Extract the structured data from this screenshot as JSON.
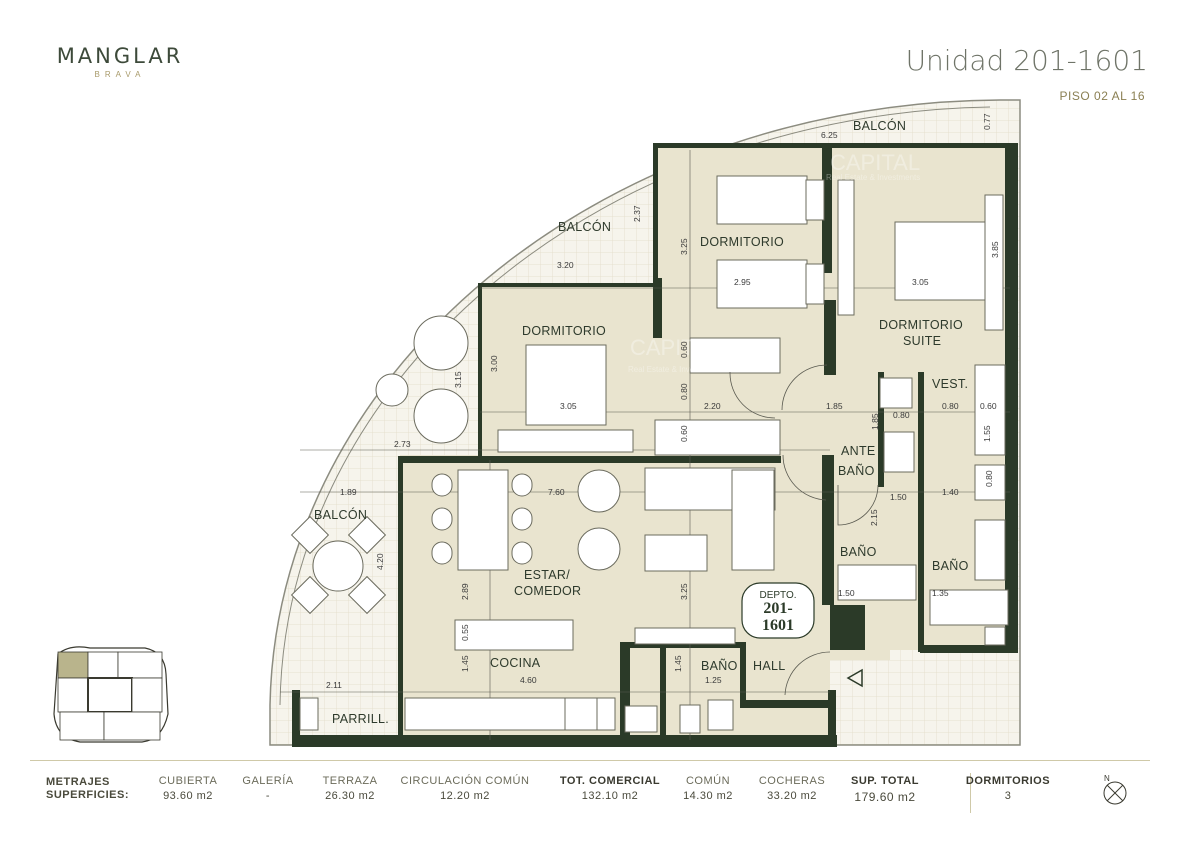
{
  "brand": {
    "name": "MANGLAR",
    "sub": "BRAVA"
  },
  "unit": {
    "title": "Unidad 201-1601",
    "floors": "PISO 02 AL 16"
  },
  "rooms": {
    "balcon_top": "BALCÓN",
    "balcon_mid": "BALCÓN",
    "balcon_left": "BALCÓN",
    "dormitorio_1": "DORMITORIO",
    "dormitorio_2": "DORMITORIO",
    "dormitorio_suite_1": "DORMITORIO",
    "dormitorio_suite_2": "SUITE",
    "vest": "VEST.",
    "ante_bano_1": "ANTE",
    "ante_bano_2": "BAÑO",
    "bano_1": "BAÑO",
    "bano_2": "BAÑO",
    "bano_3": "BAÑO",
    "estar_1": "ESTAR/",
    "estar_2": "COMEDOR",
    "cocina": "COCINA",
    "hall": "HALL",
    "parrill": "PARRILL.",
    "depto_label": "DEPTO.",
    "depto_num_1": "201-",
    "depto_num_2": "1601"
  },
  "dims": {
    "d625": "6.25",
    "d077": "0.77",
    "d237": "2.37",
    "d325a": "3.25",
    "d320": "3.20",
    "d295": "2.95",
    "d305a": "3.05",
    "d385": "3.85",
    "d060a": "0.60",
    "d080a": "0.80",
    "d300": "3.00",
    "d315": "3.15",
    "d305b": "3.05",
    "d220": "2.20",
    "d185a": "1.85",
    "d080b": "0.80",
    "d080c": "0.80",
    "d060b": "0.60",
    "d155": "1.55",
    "d060c": "0.60",
    "d273": "2.73",
    "d185b": "1.85",
    "d150a": "1.50",
    "d140": "1.40",
    "d080d": "0.80",
    "d189": "1.89",
    "d760": "7.60",
    "d420": "4.20",
    "d215": "2.15",
    "d150b": "1.50",
    "d135": "1.35",
    "d289": "2.89",
    "d325b": "3.25",
    "d055": "0.55",
    "d145a": "1.45",
    "d145b": "1.45",
    "d460": "4.60",
    "d125": "1.25",
    "d211": "2.11"
  },
  "footer": {
    "metrajes_1": "METRAJES",
    "metrajes_2": "SUPERFICIES:",
    "cols": [
      {
        "h": "CUBIERTA",
        "v": "93.60 m2"
      },
      {
        "h": "GALERÍA",
        "v": "-"
      },
      {
        "h": "TERRAZA",
        "v": "26.30 m2"
      },
      {
        "h": "CIRCULACIÓN COMÚN",
        "v": "12.20 m2"
      },
      {
        "h": "TOT. COMERCIAL",
        "v": "132.10 m2"
      },
      {
        "h": "COMÚN",
        "v": "14.30 m2"
      },
      {
        "h": "COCHERAS",
        "v": "33.20 m2"
      },
      {
        "h": "SUP. TOTAL",
        "v": "179.60 m2"
      },
      {
        "h": "DORMITORIOS",
        "v": "3"
      }
    ]
  },
  "watermark": {
    "a": "CAPITAL",
    "b": "Real Estate & Investments"
  },
  "colors": {
    "wall": "#2b3a28",
    "floor": "#e9e4cf",
    "balcony": "#f4f2ea",
    "accent": "#a89a6a"
  }
}
